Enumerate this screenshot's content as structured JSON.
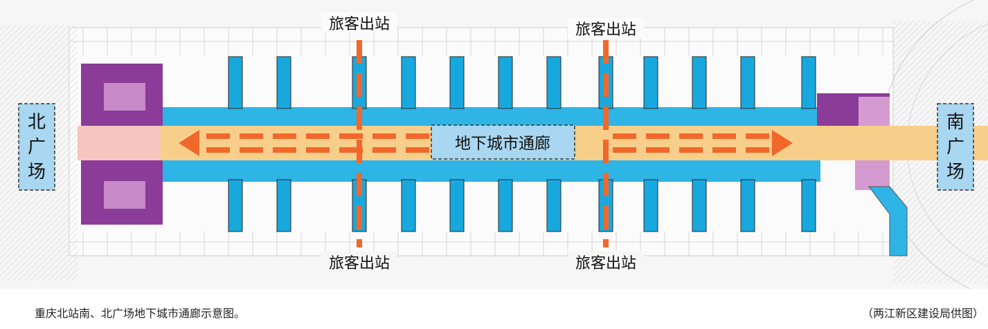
{
  "diagram": {
    "labels": {
      "north_plaza": "北广场",
      "south_plaza": "南广场",
      "corridor": "地下城市通廊",
      "exit_top_left": "旅客出站",
      "exit_top_right": "旅客出站",
      "exit_bottom_left": "旅客出站",
      "exit_bottom_right": "旅客出站"
    },
    "colors": {
      "corridor": "#f7cf8a",
      "concourse": "#2fb4e6",
      "platform": "#18a8de",
      "shops": "#8a3c98",
      "arrow": "#f2672a",
      "plaza_label_bg": "#a9d6f0",
      "corridor_label_bg": "#a9d6f0"
    }
  },
  "caption": {
    "left": "重庆北站南、北广场地下城市通廊示意图。",
    "right": "（两江新区建设局供图）"
  }
}
